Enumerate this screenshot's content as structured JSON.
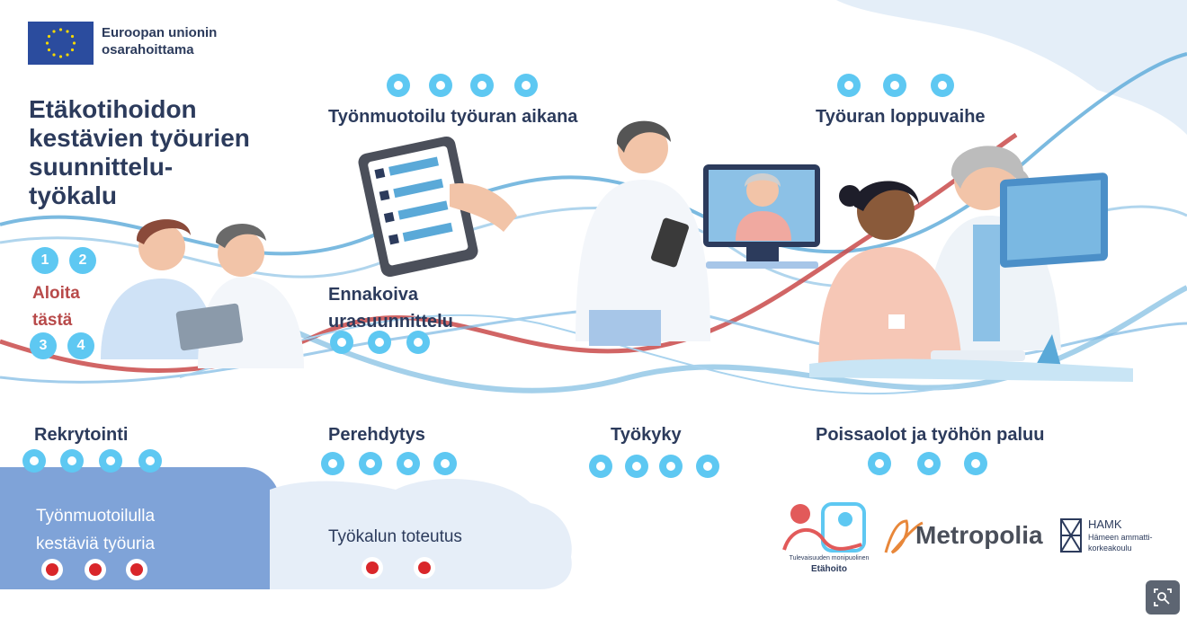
{
  "eu": {
    "line1": "Euroopan unionin",
    "line2": "osarahoittama"
  },
  "title": {
    "line1": "Etäkotihoidon",
    "line2": "kestävien työurien",
    "line3": "suunnittelu-",
    "line4": "työkalu"
  },
  "start": {
    "line1": "Aloita",
    "line2": "tästä",
    "steps": [
      "1",
      "2",
      "3",
      "4"
    ]
  },
  "sections": {
    "tyonmuotoilu": "Työnmuotoilu työuran aikana",
    "loppuvaihe": "Työuran loppuvaihe",
    "ennakoiva_line1": "Ennakoiva",
    "ennakoiva_line2": "urasuunnittelu",
    "rekrytointi": "Rekrytointi",
    "perehdytys": "Perehdytys",
    "tyokyky": "Työkyky",
    "poissaolot": "Poissaolot ja työhön paluu"
  },
  "bottom": {
    "left_line1": "Työnmuotoilulla",
    "left_line2": "kestäviä työuria",
    "toteutus": "Työkalun toteutus"
  },
  "logos": {
    "etahoito_line1": "Tulevaisuuden monipuolinen",
    "etahoito_line2": "Etähoito",
    "metropolia": "Metropolia",
    "hamk_name": "HAMK",
    "hamk_sub1": "Hämeen ammatti-",
    "hamk_sub2": "korkeakoulu"
  },
  "colors": {
    "heading": "#2c3b5c",
    "accent_blue": "#5ec8f2",
    "start_red": "#b84a4a",
    "dot_red": "#d9262a",
    "panel_blue": "#7fa3d8"
  }
}
